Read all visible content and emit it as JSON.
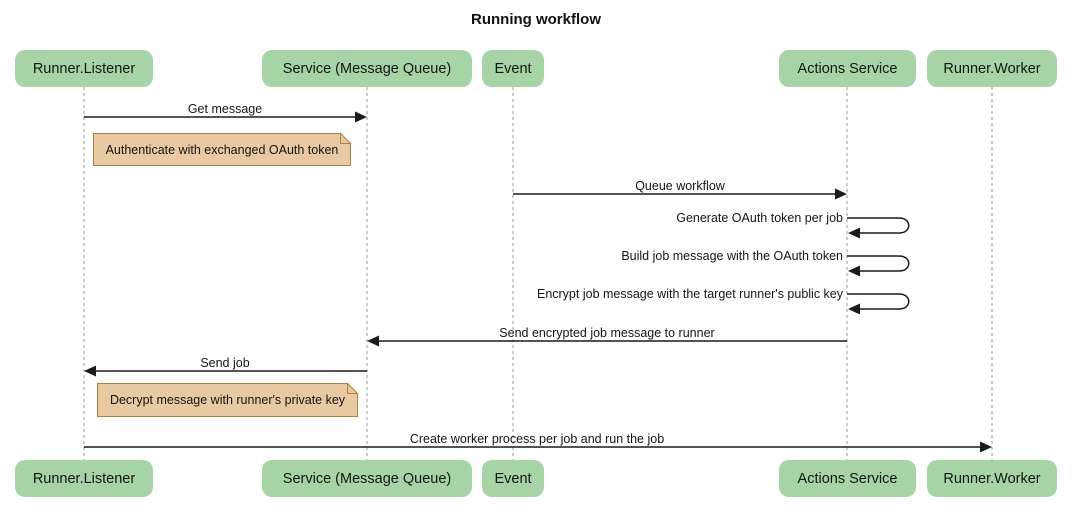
{
  "title": "Running workflow",
  "diagram_type": "sequence",
  "participants": [
    {
      "id": "runner-listener",
      "label": "Runner.Listener"
    },
    {
      "id": "service-message-queue",
      "label": "Service (Message Queue)"
    },
    {
      "id": "event",
      "label": "Event"
    },
    {
      "id": "actions-service",
      "label": "Actions Service"
    },
    {
      "id": "runner-worker",
      "label": "Runner.Worker"
    }
  ],
  "messages": [
    {
      "type": "arrow",
      "from": "Runner.Listener",
      "to": "Service (Message Queue)",
      "label": "Get message"
    },
    {
      "type": "note",
      "over": "Runner.Listener",
      "label": "Authenticate with exchanged OAuth token"
    },
    {
      "type": "arrow",
      "from": "Event",
      "to": "Actions Service",
      "label": "Queue workflow"
    },
    {
      "type": "self",
      "from": "Actions Service",
      "to": "Actions Service",
      "label": "Generate OAuth token per job"
    },
    {
      "type": "self",
      "from": "Actions Service",
      "to": "Actions Service",
      "label": "Build job message with the OAuth token"
    },
    {
      "type": "self",
      "from": "Actions Service",
      "to": "Actions Service",
      "label": "Encrypt job message with the target runner's public key"
    },
    {
      "type": "arrow",
      "from": "Actions Service",
      "to": "Service (Message Queue)",
      "label": "Send encrypted job message to runner"
    },
    {
      "type": "arrow",
      "from": "Service (Message Queue)",
      "to": "Runner.Listener",
      "label": "Send job"
    },
    {
      "type": "note",
      "over": "Runner.Listener",
      "label": "Decrypt message with runner's private key"
    },
    {
      "type": "arrow",
      "from": "Runner.Listener",
      "to": "Runner.Worker",
      "label": "Create worker process per job and run the job"
    }
  ],
  "colors": {
    "actor_fill": "#a7d4a7",
    "note_fill": "#e9c9a2",
    "note_border": "#aa8147",
    "lifeline": "#999999",
    "arrow": "#1b1b1b",
    "background": "#ffffff",
    "text": "#151515"
  }
}
